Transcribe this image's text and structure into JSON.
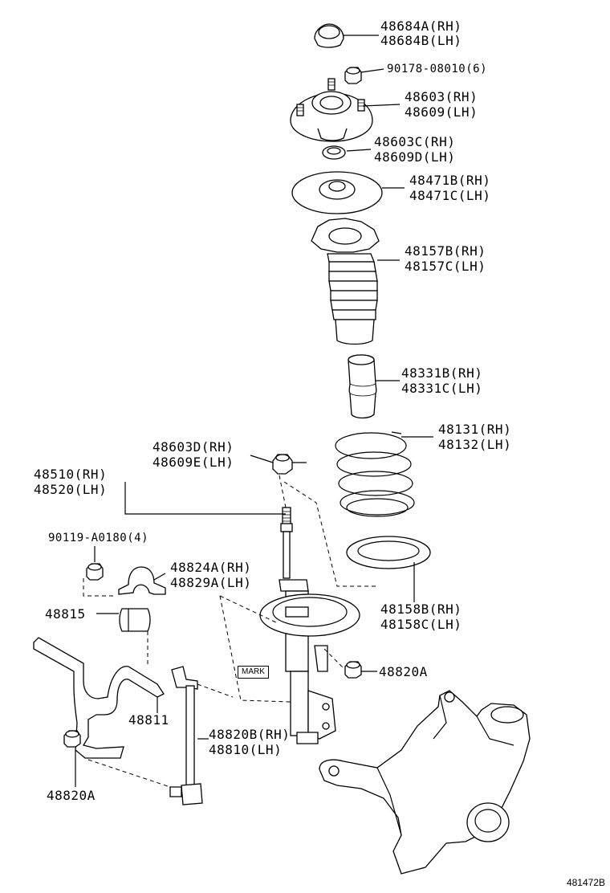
{
  "parts": {
    "dust_cover": [
      "48684A(RH)",
      "48684B(LH)"
    ],
    "nut_upper": "90178-08010(6)",
    "support": [
      "48603(RH)",
      "48609(LH)"
    ],
    "bearing": [
      "48603C(RH)",
      "48609D(LH)"
    ],
    "upper_seat": [
      "48471B(RH)",
      "48471C(LH)"
    ],
    "boot": [
      "48157B(RH)",
      "48157C(LH)"
    ],
    "bumper": [
      "48331B(RH)",
      "48331C(LH)"
    ],
    "spring": [
      "48131(RH)",
      "48132(LH)"
    ],
    "rod_nut": [
      "48603D(RH)",
      "48609E(LH)"
    ],
    "shock": [
      "48510(RH)",
      "48520(LH)"
    ],
    "bolt_bracket": "90119-A0180(4)",
    "bracket": [
      "48824A(RH)",
      "48829A(LH)"
    ],
    "bushing": "48815",
    "lower_insulator": [
      "48158B(RH)",
      "48158C(LH)"
    ],
    "link_nut_right": "48820A",
    "stabilizer_bar": "48811",
    "link": [
      "48820B(RH)",
      "48810(LH)"
    ],
    "link_nut_left": "48820A"
  },
  "mark_label": "MARK",
  "figure_id": "481472B"
}
